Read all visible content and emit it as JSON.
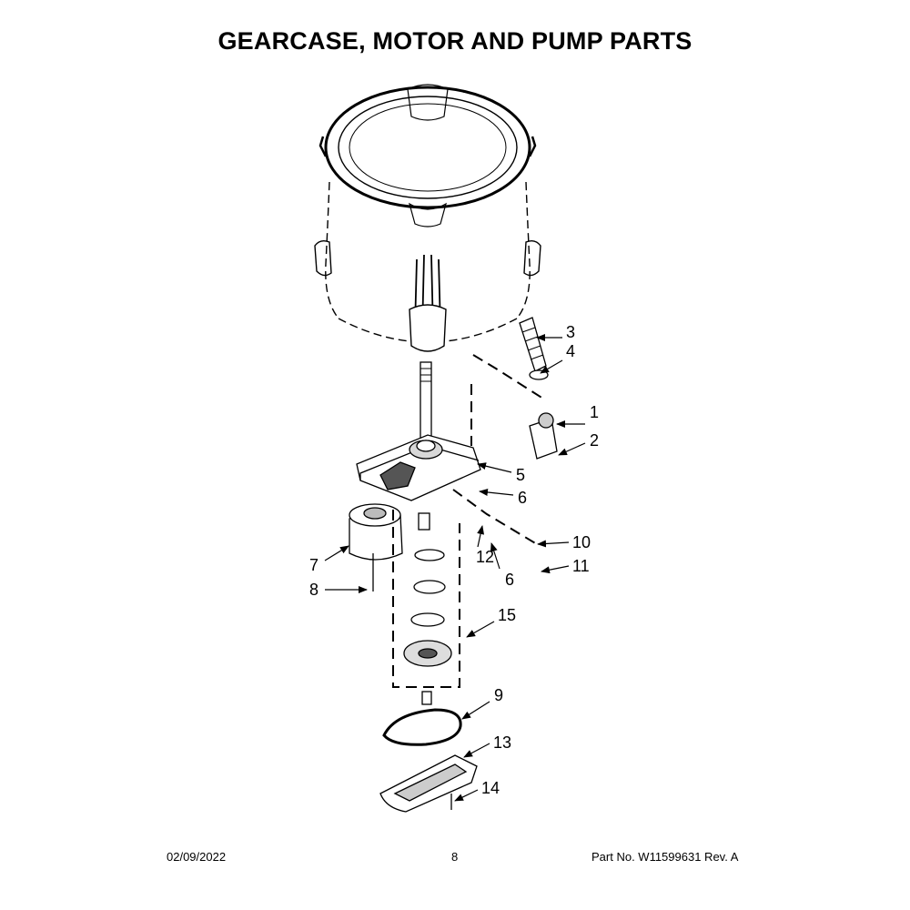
{
  "header": {
    "title": "GEARCASE, MOTOR AND PUMP PARTS"
  },
  "callouts": [
    "1",
    "2",
    "3",
    "4",
    "5",
    "6",
    "6",
    "7",
    "8",
    "9",
    "10",
    "11",
    "12",
    "13",
    "14",
    "15"
  ],
  "footer": {
    "date": "02/09/2022",
    "page": "8",
    "part": "Part No.  W11599631  Rev.  A"
  }
}
